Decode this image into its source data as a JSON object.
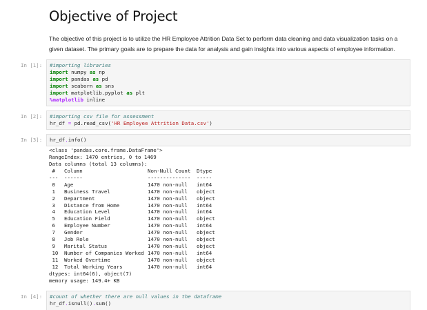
{
  "markdown": {
    "title": "Objective of Project",
    "paragraph": "The objective of this project is to utilize the HR Employee Attrition Data Set to perform data cleaning and data visualization tasks on a given dataset. The primary goals are to prepare the data for analysis and gain insights into various aspects of employee information."
  },
  "cells": [
    {
      "prompt": "In [1]:",
      "lines": [
        {
          "comment": "#importing libraries"
        },
        {
          "kw": "import",
          "a": " numpy ",
          "kw2": "as",
          "b": " np"
        },
        {
          "kw": "import",
          "a": " pandas ",
          "kw2": "as",
          "b": " pd"
        },
        {
          "kw": "import",
          "a": " seaborn ",
          "kw2": "as",
          "b": " sns"
        },
        {
          "kw": "import",
          "a": " matplotlib.pyplot ",
          "kw2": "as",
          "b": " plt"
        },
        {
          "magic": "%matplotlib",
          "rest": " inline"
        }
      ]
    },
    {
      "prompt": "In [2]:",
      "comment": "#importing csv file for assessment",
      "var": "hr_df ",
      "op": "=",
      "call": " pd.read_csv(",
      "string": "'HR Employee Attrition Data.csv'",
      "close": ")"
    },
    {
      "prompt": "In [3]:",
      "obj": "hr_df",
      "dot": ".",
      "method": "info()"
    },
    {
      "prompt": "In [4]:",
      "comment": "#count of whether there are null values in the dataframe",
      "obj": "hr_df",
      "dot1": ".",
      "m1": "isnull()",
      "dot2": ".",
      "m2": "sum()"
    }
  ],
  "info_output": {
    "class_line": "<class 'pandas.core.frame.DataFrame'>",
    "range_index": "RangeIndex: 1470 entries, 0 to 1469",
    "data_columns": "Data columns (total 13 columns):",
    "header": {
      "idx": " #",
      "column": "Column",
      "non_null": "Non-Null Count",
      "dtype": "Dtype"
    },
    "separator": {
      "idx": "---",
      "column": "------",
      "non_null": "--------------",
      "dtype": "-----"
    },
    "rows": [
      {
        "idx": " 0",
        "column": "Age",
        "non_null": "1470 non-null",
        "dtype": "int64"
      },
      {
        "idx": " 1",
        "column": "Business Travel",
        "non_null": "1470 non-null",
        "dtype": "object"
      },
      {
        "idx": " 2",
        "column": "Department",
        "non_null": "1470 non-null",
        "dtype": "object"
      },
      {
        "idx": " 3",
        "column": "Distance from Home",
        "non_null": "1470 non-null",
        "dtype": "int64"
      },
      {
        "idx": " 4",
        "column": "Education Level",
        "non_null": "1470 non-null",
        "dtype": "int64"
      },
      {
        "idx": " 5",
        "column": "Education Field",
        "non_null": "1470 non-null",
        "dtype": "object"
      },
      {
        "idx": " 6",
        "column": "Employee Number",
        "non_null": "1470 non-null",
        "dtype": "int64"
      },
      {
        "idx": " 7",
        "column": "Gender",
        "non_null": "1470 non-null",
        "dtype": "object"
      },
      {
        "idx": " 8",
        "column": "Job Role",
        "non_null": "1470 non-null",
        "dtype": "object"
      },
      {
        "idx": " 9",
        "column": "Marital Status",
        "non_null": "1470 non-null",
        "dtype": "object"
      },
      {
        "idx": " 10",
        "column": "Number of Companies Worked",
        "non_null": "1470 non-null",
        "dtype": "int64"
      },
      {
        "idx": " 11",
        "column": "Worked Overtime",
        "non_null": "1470 non-null",
        "dtype": "object"
      },
      {
        "idx": " 12",
        "column": "Total Working Years",
        "non_null": "1470 non-null",
        "dtype": "int64"
      }
    ],
    "dtypes": "dtypes: int64(6), object(7)",
    "memory": "memory usage: 149.4+ KB"
  }
}
